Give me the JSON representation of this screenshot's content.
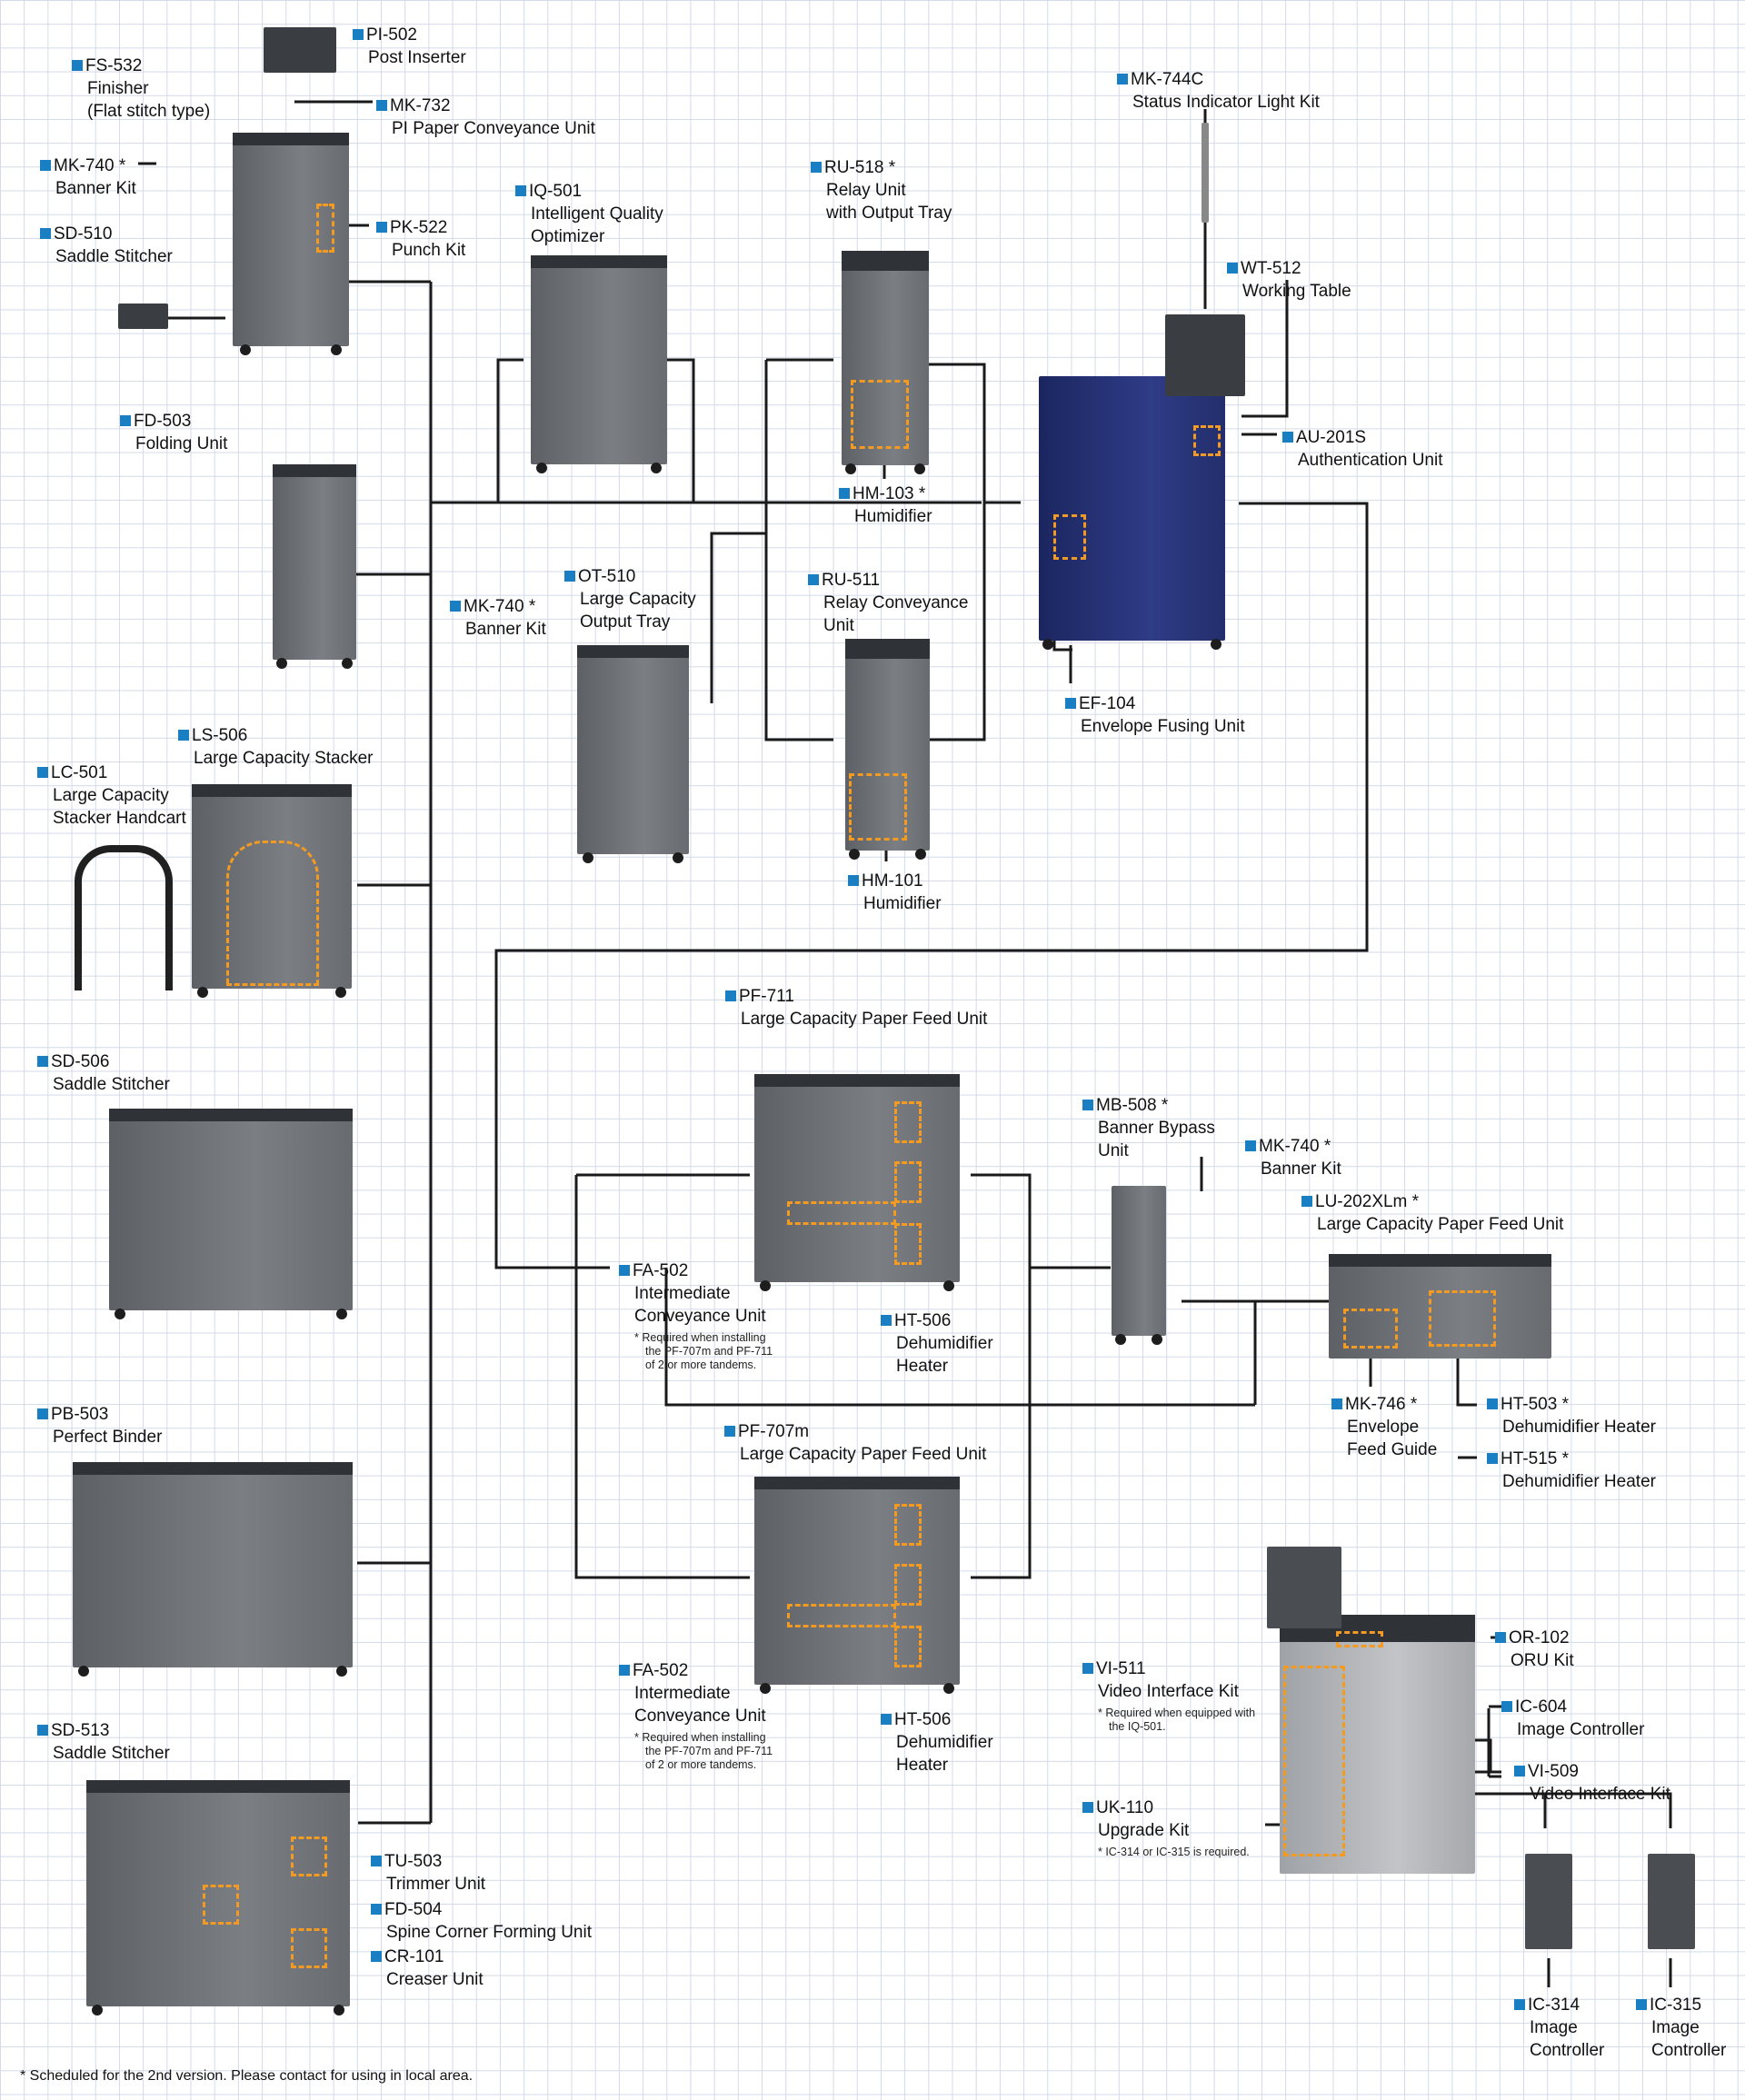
{
  "footer": "* Scheduled for the 2nd version. Please contact for using in local area.",
  "colors": {
    "bullet": "#1a7ec3",
    "option_outline": "#f29a22",
    "printer_body": "#28336e",
    "machine": "#6b6e73",
    "grid": "#d3dae7"
  },
  "labels": {
    "pi502": {
      "code": "PI-502",
      "l1": "Post Inserter"
    },
    "fs532": {
      "code": "FS-532",
      "l1": "Finisher",
      "l2": "(Flat stitch type)"
    },
    "mk732": {
      "code": "MK-732",
      "l1": "PI Paper Conveyance Unit"
    },
    "mk740a": {
      "code": "MK-740",
      "star": "*",
      "l1": "Banner Kit"
    },
    "pk522": {
      "code": "PK-522",
      "l1": "Punch Kit"
    },
    "sd510": {
      "code": "SD-510",
      "l1": "Saddle Stitcher"
    },
    "iq501": {
      "code": "IQ-501",
      "l1": "Intelligent Quality",
      "l2": "Optimizer"
    },
    "ru518": {
      "code": "RU-518",
      "star": "*",
      "l1": "Relay Unit",
      "l2": "with Output Tray"
    },
    "mk744c": {
      "code": "MK-744C",
      "l1": "Status Indicator Light Kit"
    },
    "wt512": {
      "code": "WT-512",
      "l1": "Working Table"
    },
    "au201s": {
      "code": "AU-201S",
      "l1": "Authentication Unit"
    },
    "fd503": {
      "code": "FD-503",
      "l1": "Folding Unit"
    },
    "hm103": {
      "code": "HM-103",
      "star": "*",
      "l1": "Humidifier"
    },
    "mk740b": {
      "code": "MK-740",
      "star": "*",
      "l1": "Banner Kit"
    },
    "ot510": {
      "code": "OT-510",
      "l1": "Large Capacity",
      "l2": "Output Tray"
    },
    "ru511": {
      "code": "RU-511",
      "l1": "Relay Conveyance",
      "l2": "Unit"
    },
    "ef104": {
      "code": "EF-104",
      "l1": "Envelope Fusing Unit"
    },
    "ls506": {
      "code": "LS-506",
      "l1": "Large Capacity Stacker"
    },
    "lc501": {
      "code": "LC-501",
      "l1": "Large Capacity",
      "l2": "Stacker Handcart"
    },
    "hm101": {
      "code": "HM-101",
      "l1": "Humidifier"
    },
    "pf711": {
      "code": "PF-711",
      "l1": "Large Capacity Paper Feed Unit"
    },
    "sd506": {
      "code": "SD-506",
      "l1": "Saddle Stitcher"
    },
    "mb508": {
      "code": "MB-508",
      "star": "*",
      "l1": "Banner Bypass",
      "l2": "Unit"
    },
    "mk740c": {
      "code": "MK-740",
      "star": "*",
      "l1": "Banner Kit"
    },
    "lu202": {
      "code": "LU-202XLm",
      "star": "*",
      "l1": "Large Capacity Paper Feed Unit"
    },
    "fa502a": {
      "code": "FA-502",
      "l1": "Intermediate",
      "l2": "Conveyance Unit",
      "note1": "* Required when installing",
      "note2": "the PF-707m and PF-711",
      "note3": "of 2 or more tandems."
    },
    "ht506a": {
      "code": "HT-506",
      "l1": "Dehumidifier",
      "l2": "Heater"
    },
    "mk746": {
      "code": "MK-746",
      "star": "*",
      "l1": "Envelope",
      "l2": "Feed Guide"
    },
    "ht503": {
      "code": "HT-503",
      "star": "*",
      "l1": "Dehumidifier Heater"
    },
    "ht515": {
      "code": "HT-515",
      "star": "*",
      "l1": "Dehumidifier Heater"
    },
    "pb503": {
      "code": "PB-503",
      "l1": "Perfect Binder"
    },
    "pf707m": {
      "code": "PF-707m",
      "l1": "Large Capacity Paper Feed Unit"
    },
    "or102": {
      "code": "OR-102",
      "l1": "ORU Kit"
    },
    "vi511": {
      "code": "VI-511",
      "l1": "Video Interface Kit",
      "note1": "* Required when equipped with",
      "note2": "the IQ-501."
    },
    "ic604": {
      "code": "IC-604",
      "l1": "Image Controller"
    },
    "fa502b": {
      "code": "FA-502",
      "l1": "Intermediate",
      "l2": "Conveyance Unit",
      "note1": "* Required when installing",
      "note2": "the PF-707m and PF-711",
      "note3": "of 2 or more tandems."
    },
    "ht506b": {
      "code": "HT-506",
      "l1": "Dehumidifier",
      "l2": "Heater"
    },
    "vi509": {
      "code": "VI-509",
      "l1": "Video Interface Kit"
    },
    "sd513": {
      "code": "SD-513",
      "l1": "Saddle Stitcher"
    },
    "uk110": {
      "code": "UK-110",
      "l1": "Upgrade Kit",
      "note1": "* IC-314 or IC-315 is required."
    },
    "tu503": {
      "code": "TU-503",
      "l1": "Trimmer Unit"
    },
    "fd504": {
      "code": "FD-504",
      "l1": "Spine Corner Forming Unit"
    },
    "cr101": {
      "code": "CR-101",
      "l1": "Creaser Unit"
    },
    "ic314": {
      "code": "IC-314",
      "l1": "Image",
      "l2": "Controller"
    },
    "ic315": {
      "code": "IC-315",
      "l1": "Image",
      "l2": "Controller"
    }
  }
}
